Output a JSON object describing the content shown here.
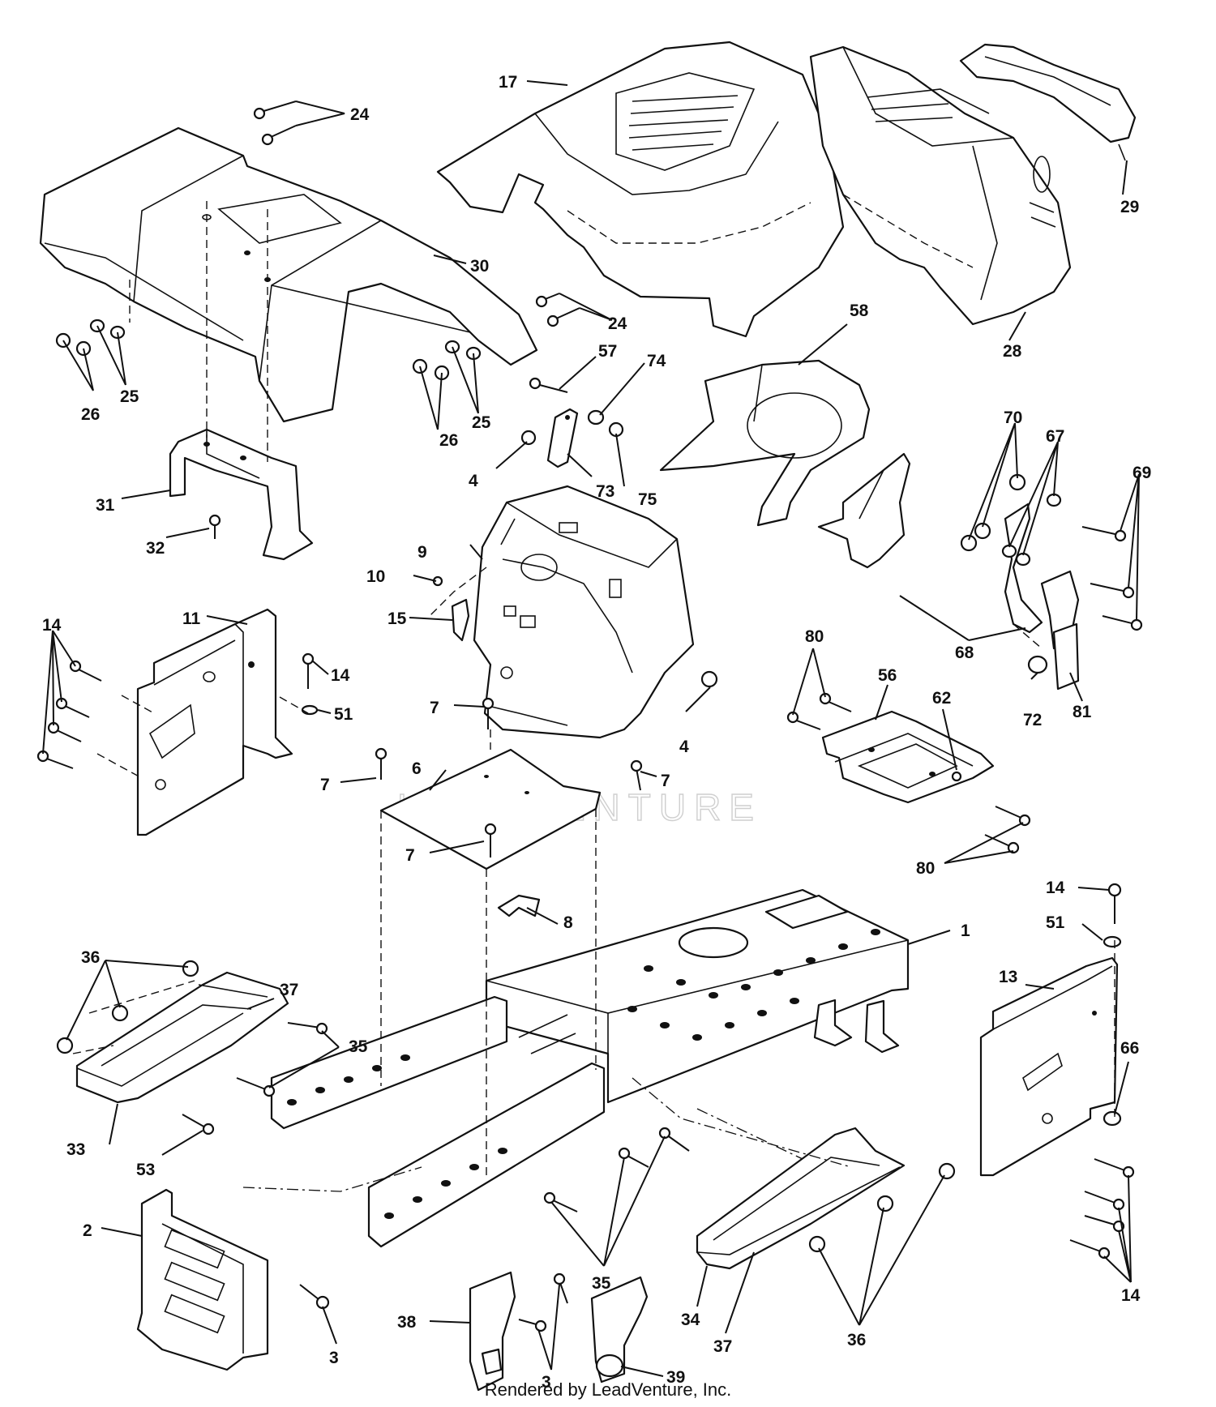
{
  "diagram": {
    "watermark": "LEADVENTURE",
    "callouts": [
      "17",
      "24",
      "30",
      "24",
      "25",
      "26",
      "25",
      "26",
      "29",
      "28",
      "58",
      "57",
      "74",
      "4",
      "73",
      "75",
      "31",
      "32",
      "70",
      "67",
      "69",
      "68",
      "9",
      "10",
      "15",
      "11",
      "14",
      "14",
      "51",
      "7",
      "7",
      "7",
      "7",
      "6",
      "4",
      "80",
      "56",
      "62",
      "72",
      "81",
      "80",
      "8",
      "1",
      "14",
      "51",
      "13",
      "36",
      "37",
      "35",
      "33",
      "53",
      "66",
      "2",
      "3",
      "38",
      "3",
      "39",
      "35",
      "34",
      "37",
      "36",
      "14"
    ]
  },
  "footer": {
    "credit": "Rendered by LeadVenture, Inc."
  }
}
